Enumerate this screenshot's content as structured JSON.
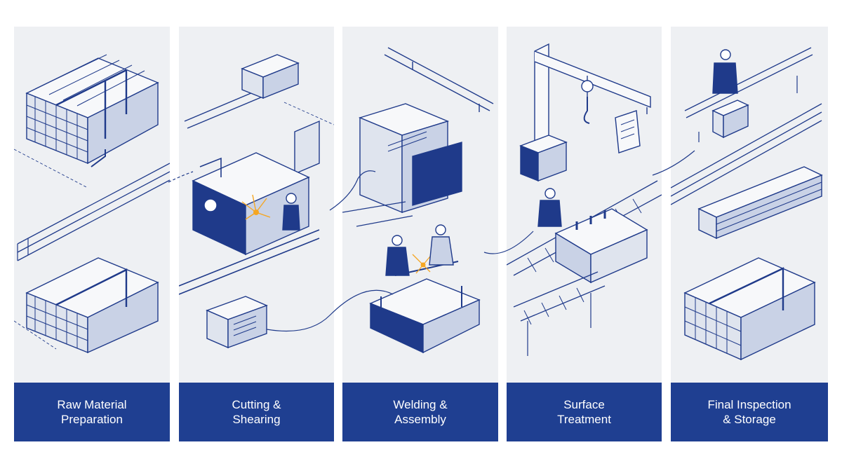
{
  "colors": {
    "panel_bg": "#eef0f3",
    "caption_bg": "#1f3f91",
    "line": "#1f3a8a",
    "accent": "#f5a623"
  },
  "stages": [
    {
      "line1": "Raw Material",
      "line2": "Preparation",
      "icon": "steel-bundles-icon"
    },
    {
      "line1": "Cutting &",
      "line2": "Shearing",
      "icon": "cutting-machine-icon"
    },
    {
      "line1": "Welding &",
      "line2": "Assembly",
      "icon": "welding-station-icon"
    },
    {
      "line1": "Surface",
      "line2": "Treatment",
      "icon": "conveyor-crane-icon"
    },
    {
      "line1": "Final Inspection",
      "line2": "& Storage",
      "icon": "inspection-storage-icon"
    }
  ]
}
